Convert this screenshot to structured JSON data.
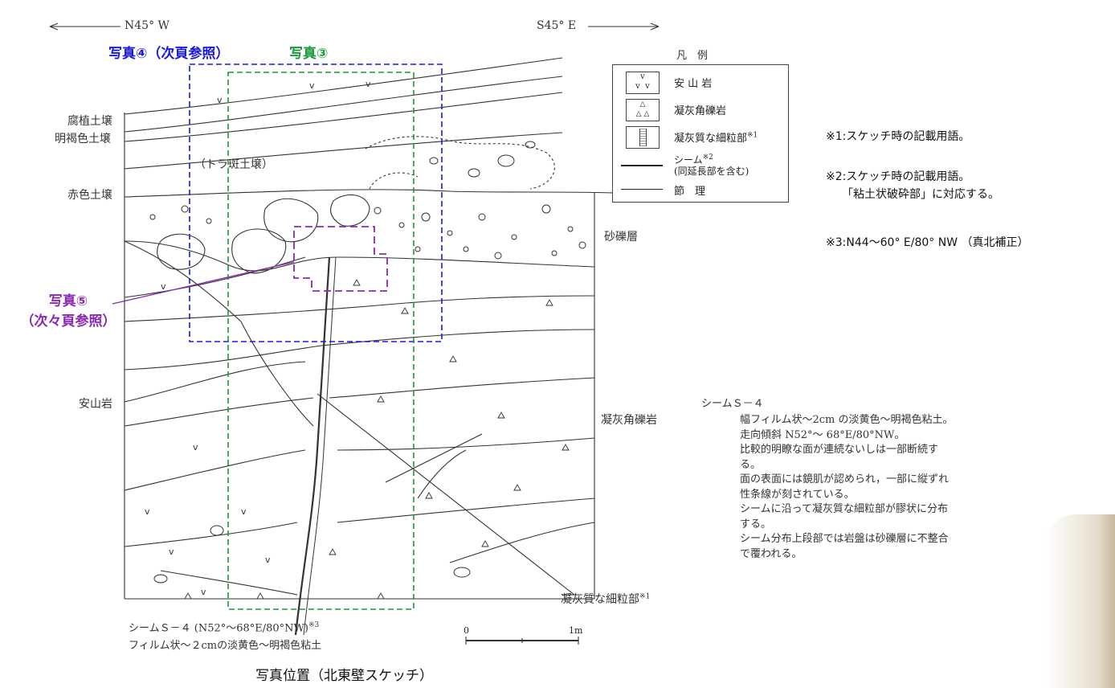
{
  "orientation": {
    "left": "N45° W",
    "right": "S45° E"
  },
  "photo_labels": {
    "photo4": "写真④（次頁参照）",
    "photo3": "写真③",
    "photo5_line1": "写真⑤",
    "photo5_line2": "（次々頁参照）"
  },
  "layers_left": {
    "humus": "腐植土壌",
    "light_brown": "明褐色土壌",
    "red": "赤色土壌",
    "andesite": "安山岩",
    "tora": "（トラ斑土壌）"
  },
  "layers_right": {
    "gravel": "砂礫層",
    "tuff_breccia": "凝灰角礫岩",
    "fine_part": "凝灰質な細粒部",
    "fine_part_note": "※1"
  },
  "legend": {
    "title": "凡　例",
    "items": [
      {
        "symbol": "andesite",
        "label": "安 山 岩"
      },
      {
        "symbol": "breccia",
        "label": "凝灰角礫岩"
      },
      {
        "symbol": "fine",
        "label": "凝灰質な細粒部",
        "note": "※1"
      },
      {
        "symbol": "seam",
        "label": "シーム",
        "note": "※2",
        "sub": "(同延長部を含む)"
      },
      {
        "symbol": "joint",
        "label": "節　理"
      }
    ]
  },
  "notes": [
    "※1:スケッチ時の記載用語。",
    "※2:スケッチ時の記載用語。",
    "「粘土状破砕部」に対応する。",
    "※3:N44～60° E/80° NW （真北補正）"
  ],
  "seam_description": {
    "title": "シームＳ－４",
    "lines": [
      "幅フィルム状～2cm の淡黄色～明褐色粘土。",
      "走向傾斜 N52°～ 68°E/80°NW。",
      "比較的明瞭な面が連続ないしは一部断続す",
      "る。",
      "面の表面には鏡肌が認められ，一部に縦ずれ",
      "性条線が刻されている。",
      "シームに沿って凝灰質な細粒部が膠状に分布",
      "する。",
      "シーム分布上段部では岩盤は砂礫層に不整合",
      "で覆われる。"
    ]
  },
  "bottom_seam": {
    "line1": "シームＳ－４ (N52°～68°E/80°NW)",
    "line1_note": "※3",
    "line2": "フィルム状～２cmの淡黄色～明褐色粘土"
  },
  "scale": {
    "start": "0",
    "end": "1m"
  },
  "caption": "写真位置（北東壁スケッチ）",
  "colors": {
    "blue": "#1a1adc",
    "green": "#1a9a3a",
    "purple": "#8a2ab0"
  }
}
